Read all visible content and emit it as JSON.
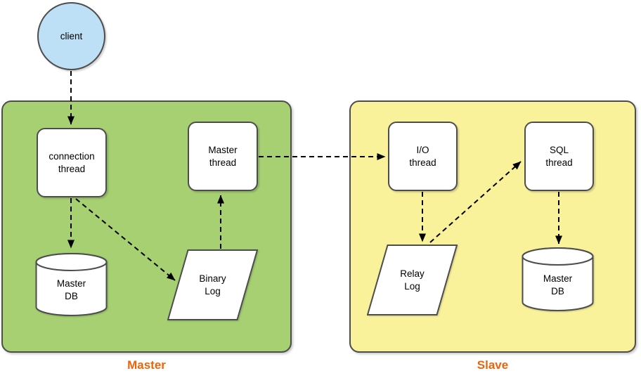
{
  "diagram": {
    "client": {
      "label": "client"
    },
    "master": {
      "title": "Master",
      "connection_thread": {
        "label": "connection\nthread"
      },
      "master_thread": {
        "label": "Master\nthread"
      },
      "master_db": {
        "label": "Master\nDB"
      },
      "binary_log": {
        "label": "Binary\nLog"
      }
    },
    "slave": {
      "title": "Slave",
      "io_thread": {
        "label": "I/O\nthread"
      },
      "sql_thread": {
        "label": "SQL\nthread"
      },
      "relay_log": {
        "label": "Relay\nLog"
      },
      "master_db": {
        "label": "Master\nDB"
      }
    },
    "edges": [
      {
        "name": "client-to-connection-thread",
        "from": "client",
        "to": "connection-thread",
        "points": [
          [
            101,
            101
          ],
          [
            101,
            177
          ]
        ]
      },
      {
        "name": "connection-thread-to-master-db",
        "from": "connection-thread",
        "to": "master-db-master",
        "points": [
          [
            101,
            282
          ],
          [
            101,
            353
          ]
        ]
      },
      {
        "name": "connection-thread-to-binary-log",
        "from": "connection-thread",
        "to": "binary-log",
        "points": [
          [
            108,
            283
          ],
          [
            249,
            399
          ]
        ]
      },
      {
        "name": "binary-log-to-master-thread",
        "from": "binary-log",
        "to": "master-thread",
        "points": [
          [
            314,
            354
          ],
          [
            314,
            278
          ]
        ]
      },
      {
        "name": "master-thread-to-io-thread",
        "from": "master-thread",
        "to": "io-thread",
        "points": [
          [
            368,
            223
          ],
          [
            548,
            223
          ]
        ]
      },
      {
        "name": "io-thread-to-relay-log",
        "from": "io-thread",
        "to": "relay-log",
        "points": [
          [
            601,
            273
          ],
          [
            601,
            344
          ]
        ]
      },
      {
        "name": "relay-log-to-sql-thread",
        "from": "relay-log",
        "to": "sql-thread",
        "points": [
          [
            612,
            345
          ],
          [
            741,
            230
          ]
        ]
      },
      {
        "name": "sql-thread-to-master-db",
        "from": "sql-thread",
        "to": "master-db-slave",
        "points": [
          [
            795,
            273
          ],
          [
            795,
            347
          ]
        ]
      }
    ],
    "colors": {
      "client_fill": "#BDE0F6",
      "master_fill": "#A6D072",
      "slave_fill": "#FAF29B",
      "shape_fill": "#FFFFFF",
      "border": "#4D4D4D",
      "section_label": "#E8640D",
      "arrow": "#000000",
      "background": "#FFFFFF",
      "text": "#000000"
    }
  }
}
